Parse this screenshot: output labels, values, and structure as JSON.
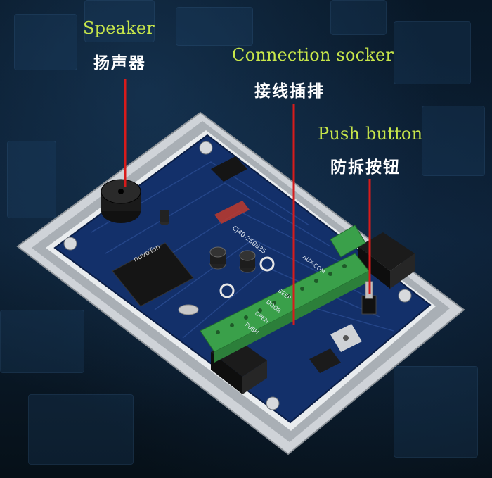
{
  "labels": {
    "speaker": {
      "en": "Speaker",
      "cn": "扬声器"
    },
    "connection": {
      "en": "Connection socker",
      "cn": "接线插排"
    },
    "push": {
      "en": "Push button",
      "cn": "防拆按钮"
    }
  },
  "board": {
    "chip_brand": "nuvoTon",
    "model": "CJ40-250835",
    "silk": [
      "AUX-COM",
      "PUSH",
      "OPEN",
      "DOOR",
      "BEEP"
    ]
  },
  "colors": {
    "label_en": "#c7e64a",
    "label_cn": "#ffffff",
    "pointer": "#d81b1b",
    "pcb": "#13306a",
    "terminal": "#3aa04a"
  }
}
